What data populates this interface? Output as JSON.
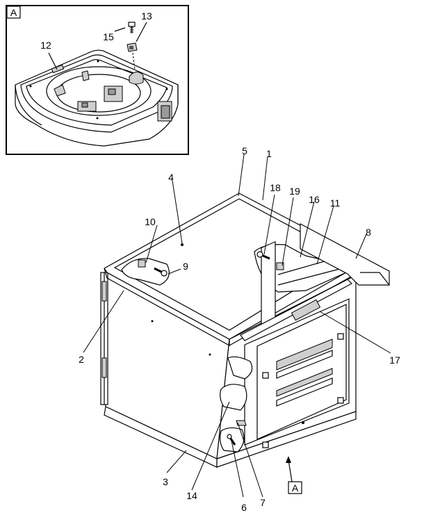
{
  "inset": {
    "label": "A"
  },
  "view_marker": {
    "label": "A"
  },
  "callouts": {
    "c1": "1",
    "c2": "2",
    "c3": "3",
    "c4": "4",
    "c5": "5",
    "c6": "6",
    "c7": "7",
    "c8": "8",
    "c9": "9",
    "c10": "10",
    "c11": "11",
    "c12": "12",
    "c13": "13",
    "c14": "14",
    "c15": "15",
    "c16": "16",
    "c17": "17",
    "c18": "18",
    "c19": "19"
  }
}
